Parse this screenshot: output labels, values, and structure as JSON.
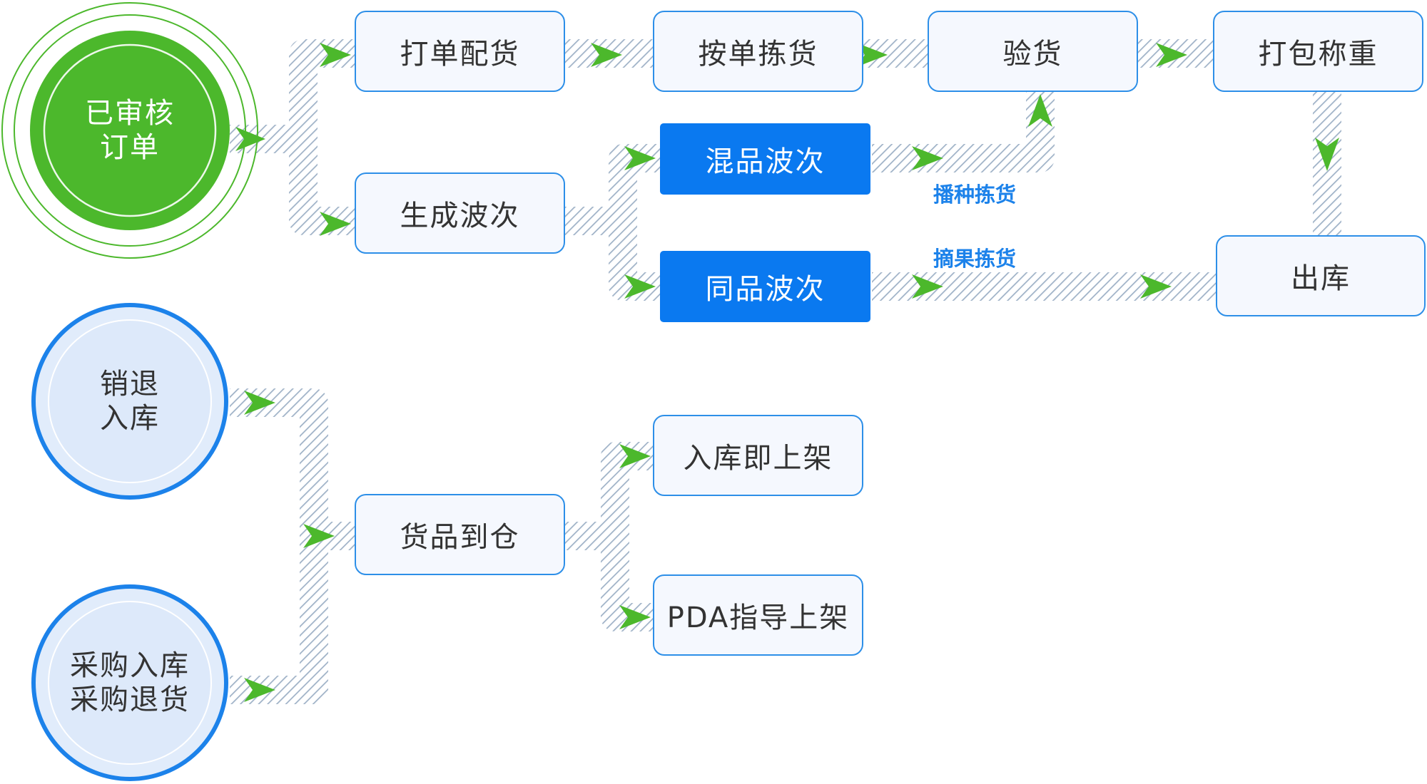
{
  "start_nodes": {
    "approved_order": {
      "lines": [
        "已审核",
        "订单"
      ]
    },
    "sales_return": {
      "lines": [
        "销退",
        "入库"
      ]
    },
    "purchase": {
      "lines": [
        "采购入库",
        "采购退货"
      ]
    }
  },
  "nodes": {
    "print_allocate": "打单配货",
    "pick_by_order": "按单拣货",
    "inspect": "验货",
    "pack_weigh": "打包称重",
    "generate_wave": "生成波次",
    "mixed_wave": "混品波次",
    "same_wave": "同品波次",
    "outbound": "出库",
    "goods_arrive": "货品到仓",
    "instant_shelve": "入库即上架",
    "pda_shelve": "PDA指导上架"
  },
  "edge_labels": {
    "seeding_pick": "播种拣货",
    "picking_pick": "摘果拣货"
  },
  "colors": {
    "green": "#4cb82c",
    "blue_border": "#2d8fe8",
    "primary_blue": "#0a79f0",
    "node_fill": "#f5f8fe",
    "blue_circle_fill": "#e1ecfb",
    "stripe": "#9fb2c7",
    "label_blue": "#1c82ea"
  }
}
